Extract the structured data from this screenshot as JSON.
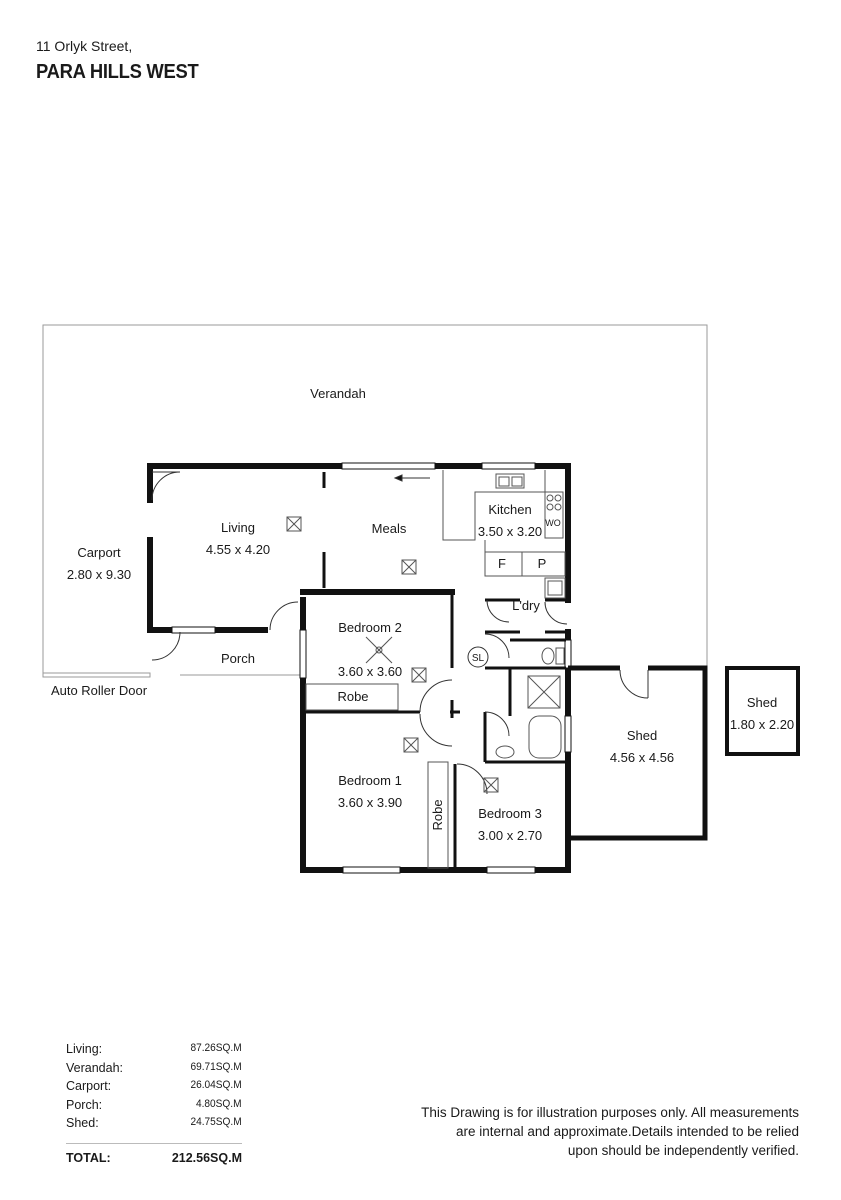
{
  "header": {
    "street": "11 Orlyk Street,",
    "suburb": "PARA HILLS WEST"
  },
  "rooms": {
    "verandah": {
      "name": "Verandah"
    },
    "carport": {
      "name": "Carport",
      "dims": "2.80 x 9.30"
    },
    "living": {
      "name": "Living",
      "dims": "4.55 x 4.20"
    },
    "meals": {
      "name": "Meals"
    },
    "kitchen": {
      "name": "Kitchen",
      "dims": "3.50 x 3.20",
      "wo": "WO",
      "fridge": "F",
      "pantry": "P"
    },
    "laundry": {
      "name": "L'dry"
    },
    "porch": {
      "name": "Porch"
    },
    "bedroom2": {
      "name": "Bedroom 2",
      "dims": "3.60 x 3.60",
      "robe": "Robe"
    },
    "bedroom1": {
      "name": "Bedroom 1",
      "dims": "3.60 x 3.90",
      "robe": "Robe"
    },
    "bedroom3": {
      "name": "Bedroom 3",
      "dims": "3.00 x 2.70"
    },
    "shed_main": {
      "name": "Shed",
      "dims": "4.56 x 4.56"
    },
    "shed_small": {
      "name": "Shed",
      "dims": "1.80 x 2.20"
    },
    "skylight": "SL",
    "auto_door": "Auto Roller Door"
  },
  "areas": {
    "rows": [
      {
        "label": "Living:",
        "value": "87.26SQ.M"
      },
      {
        "label": "Verandah:",
        "value": "69.71SQ.M"
      },
      {
        "label": "Carport:",
        "value": "26.04SQ.M"
      },
      {
        "label": "Porch:",
        "value": "4.80SQ.M"
      },
      {
        "label": "Shed:",
        "value": "24.75SQ.M"
      }
    ],
    "total_label": "TOTAL:",
    "total_value": "212.56SQ.M"
  },
  "disclaimer": {
    "line1": "This Drawing is for illustration purposes only. All measurements",
    "line2": "are internal and approximate.Details intended to be relied",
    "line3": "upon should be independently verified."
  }
}
